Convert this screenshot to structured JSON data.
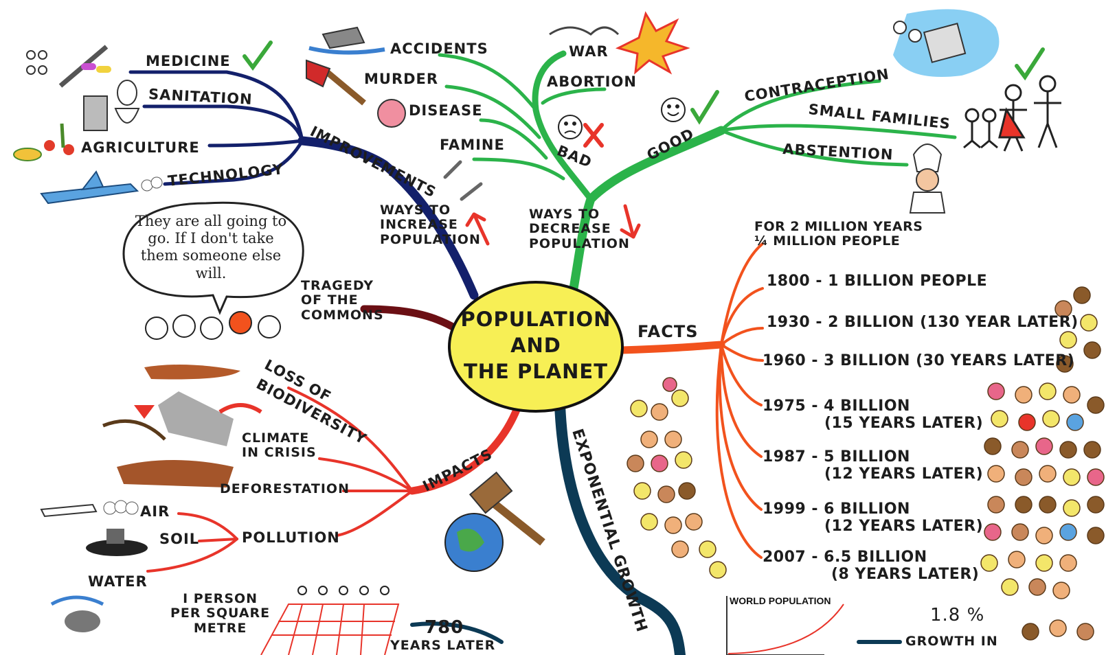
{
  "center": {
    "line1": "POPULATION",
    "line2": "AND",
    "line3": "THE PLANET"
  },
  "colors": {
    "improvements": "#13206b",
    "decrease": "#2bb34a",
    "facts": "#f2521d",
    "impacts": "#e8342a",
    "growth": "#0c3a55",
    "tragedy": "#6b0f14",
    "center_fill": "#f7ef55"
  },
  "improvements": {
    "label": "IMPROVEMENTS",
    "items": [
      "MEDICINE",
      "SANITATION",
      "AGRICULTURE",
      "TECHNOLOGY"
    ],
    "caption": [
      "WAYS TO",
      "INCREASE",
      "POPULATION"
    ]
  },
  "decrease": {
    "bad": {
      "label": "BAD",
      "items": [
        "ACCIDENTS",
        "WAR",
        "MURDER",
        "ABORTION",
        "DISEASE",
        "FAMINE"
      ]
    },
    "good": {
      "label": "GOOD",
      "items": [
        "CONTRACEPTION",
        "SMALL FAMILIES",
        "ABSTENTION"
      ]
    },
    "caption": [
      "WAYS TO",
      "DECREASE",
      "POPULATION"
    ]
  },
  "tragedy": {
    "label": [
      "TRAGEDY",
      "OF THE",
      "COMMONS"
    ],
    "bubble": "They are all going to go. If I don't take them someone else will."
  },
  "impacts": {
    "label": "IMPACTS",
    "items": [
      "LOSS OF",
      "BIODIVERSITY",
      "CLIMATE",
      "IN CRISIS",
      "DEFORESTATION"
    ],
    "pollution": {
      "label": "POLLUTION",
      "items": [
        "AIR",
        "SOIL",
        "WATER"
      ]
    }
  },
  "facts": {
    "label": "FACTS",
    "items": [
      {
        "line1": "FOR 2 MILLION YEARS",
        "line2": "¼ MILLION PEOPLE"
      },
      {
        "line1": "1800 - 1 BILLION PEOPLE",
        "line2": ""
      },
      {
        "line1": "1930 - 2 BILLION (130 YEAR LATER)",
        "line2": ""
      },
      {
        "line1": "1960 - 3 BILLION (30 YEARS LATER)",
        "line2": ""
      },
      {
        "line1": "1975 - 4 BILLION",
        "line2": "(15 YEARS LATER)"
      },
      {
        "line1": "1987 - 5 BILLION",
        "line2": "(12 YEARS LATER)"
      },
      {
        "line1": "1999 - 6 BILLION",
        "line2": "(12 YEARS LATER)"
      },
      {
        "line1": "2007 - 6.5 BILLION",
        "line2": "(8 YEARS LATER)"
      }
    ]
  },
  "growth": {
    "label": "EXPONENTIAL GROWTH",
    "person": [
      "I PERSON",
      "PER SQUARE",
      "METRE"
    ],
    "years": [
      "780",
      "YEARS LATER"
    ],
    "rate": [
      "1.8 %",
      "GROWTH IN"
    ],
    "chart_title": "WORLD POPULATION"
  }
}
